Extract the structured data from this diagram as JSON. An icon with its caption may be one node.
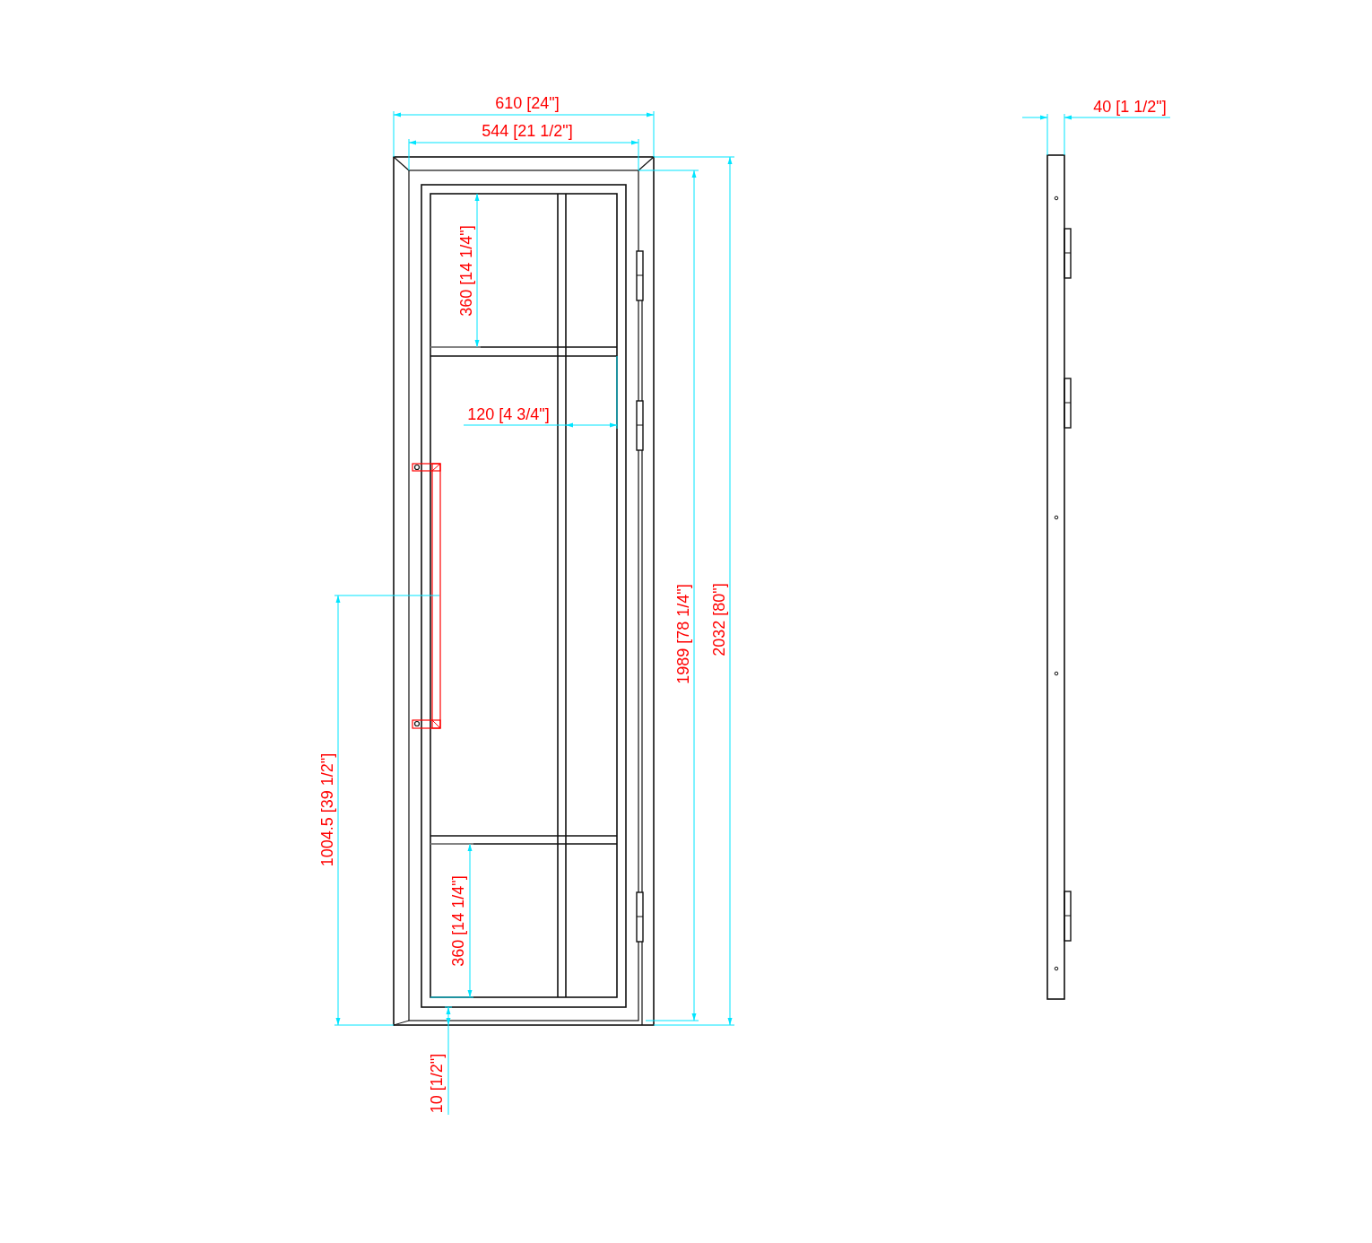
{
  "diagram": {
    "labels": [
      "610 [24\"]",
      "40 [1 1/2\"]",
      "544 [21 1/2\"]",
      "360 [14 1/4\"]",
      "120 [4 3/4\"]",
      "2032 [80\"]",
      "1989 [78 1/4\"]",
      "1004.5 [39 1/2\"]",
      "360 [14 1/4\"]",
      "10 [1/2\"]"
    ]
  }
}
